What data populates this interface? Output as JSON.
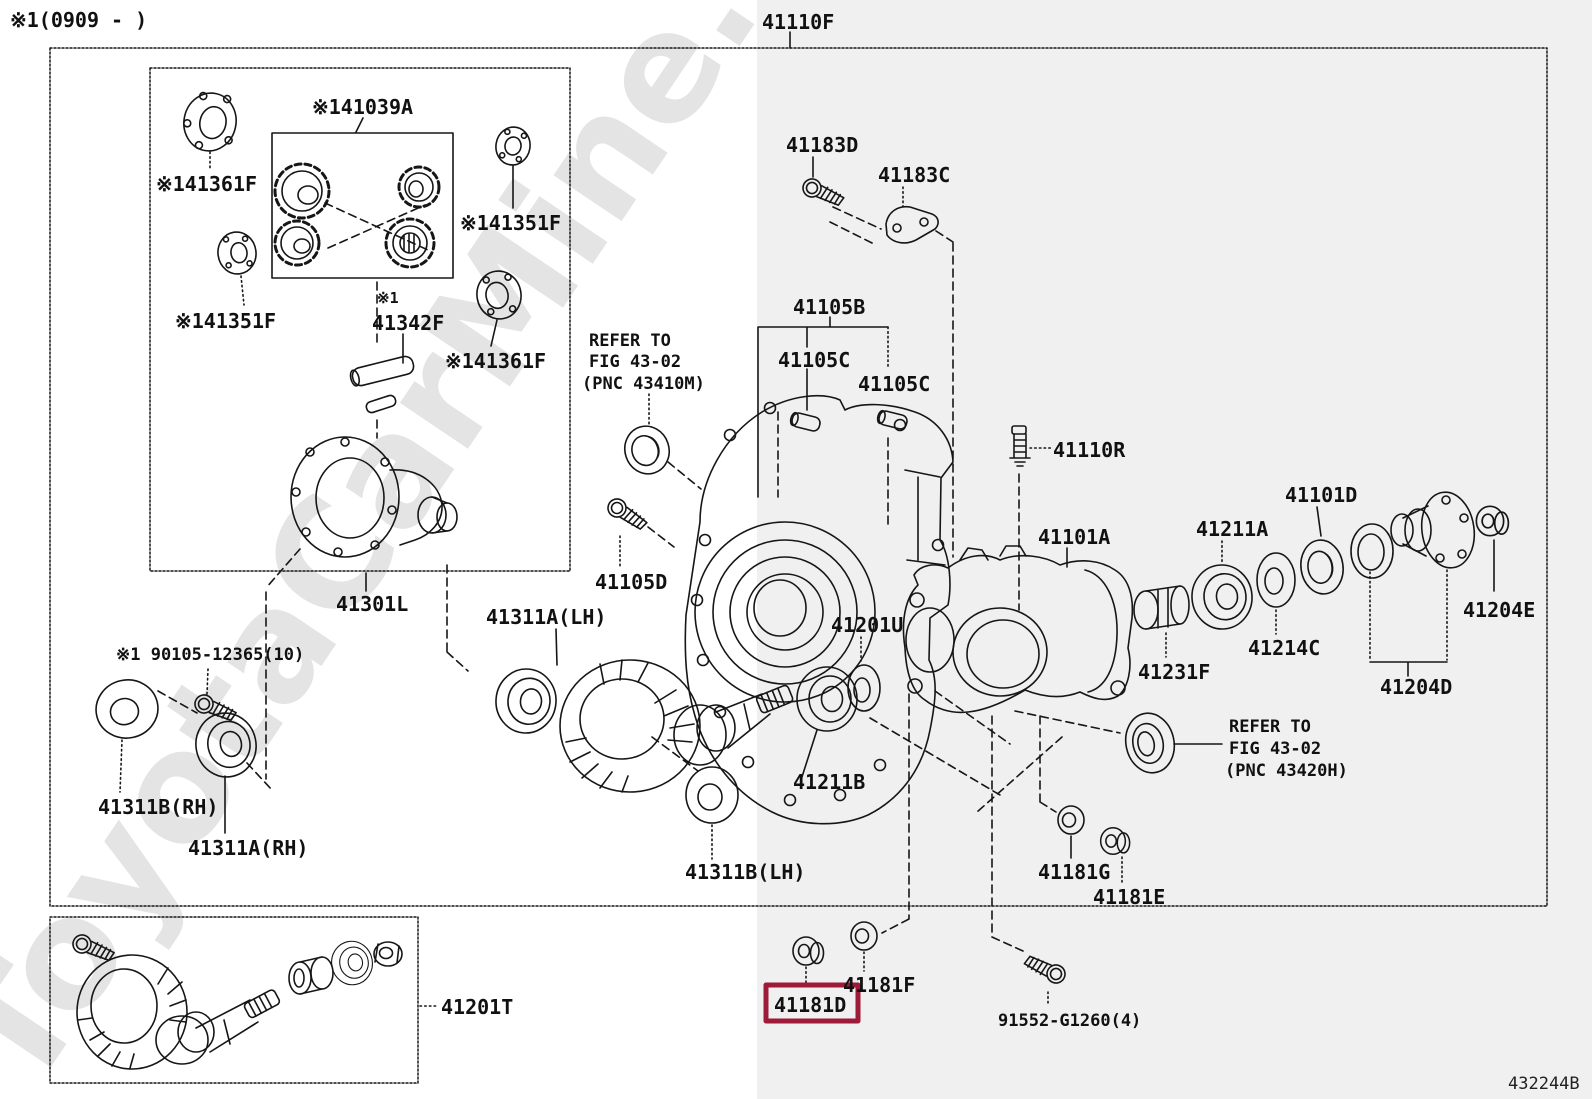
{
  "colors": {
    "background": "#ffffff",
    "panel": "#f0f0f0",
    "line": "#161616",
    "highlight_box": "#9e1a38",
    "watermark": "#e4e4e4"
  },
  "watermark": "ToyotaCarMine.ru",
  "note_top_left": "※1(0909 -      )",
  "diagram_code": "432244B",
  "refs": {
    "a": [
      "REFER TO",
      "FIG 43-02",
      "(PNC 43410M)"
    ],
    "b": [
      "REFER TO",
      "FIG 43-02",
      "(PNC 43420H)"
    ]
  },
  "parts": {
    "p41110F": "41110F",
    "p41039A": "※141039A",
    "p41361F_a": "※141361F",
    "p41351F_a": "※141351F",
    "p41351F_b": "※141351F",
    "p41342F_note": "※1",
    "p41342F": "41342F",
    "p41361F_b": "※141361F",
    "p41301L": "41301L",
    "p41311A_LH": "41311A(LH)",
    "p90105": "※1 90105-12365(10)",
    "p41311B_RH": "41311B(RH)",
    "p41311A_RH": "41311A(RH)",
    "p41311B_LH": "41311B(LH)",
    "p41201T": "41201T",
    "p41105D": "41105D",
    "p41105B": "41105B",
    "p41105C_a": "41105C",
    "p41105C_b": "41105C",
    "p41183D": "41183D",
    "p41183C": "41183C",
    "p41110R": "41110R",
    "p41101A": "41101A",
    "p41201U": "41201U",
    "p41211B": "41211B",
    "p41231F": "41231F",
    "p41211A": "41211A",
    "p41214C": "41214C",
    "p41101D": "41101D",
    "p41204E": "41204E",
    "p41204D": "41204D",
    "p41181G": "41181G",
    "p41181E": "41181E",
    "p41181F": "41181F",
    "p41181D": "41181D",
    "p91552": "91552-G1260(4)"
  }
}
